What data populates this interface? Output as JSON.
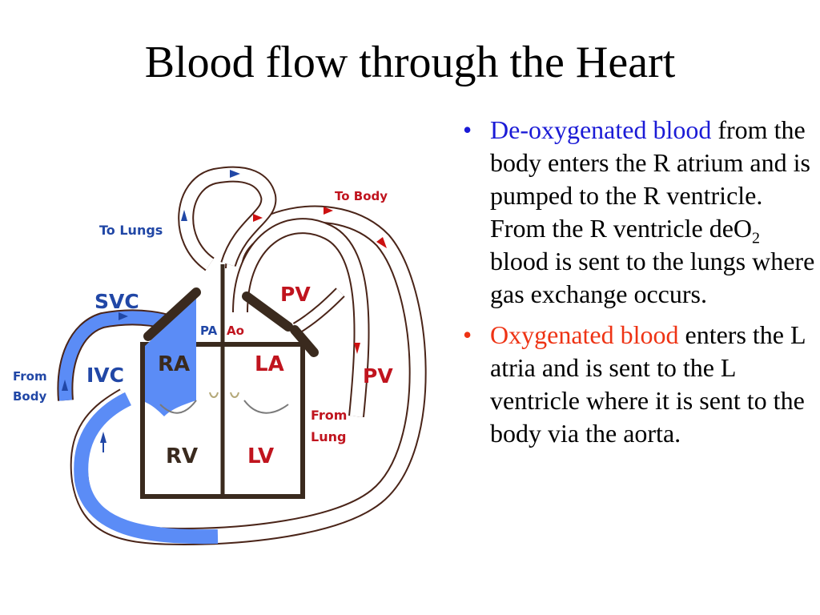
{
  "slide": {
    "title": "Blood flow through the Heart"
  },
  "colors": {
    "deoxygenated": "#1a1ad6",
    "oxygenated": "#ee3314",
    "blue_blood": "#5b8cf6",
    "heart_wall": "#3a2a1e",
    "outline": "#4a2418",
    "arrow_red": "#cc1111",
    "label_blue": "#2147a6",
    "label_red": "#c0141e"
  },
  "diagram": {
    "labels": {
      "to_lungs": "To Lungs",
      "to_body": "To Body",
      "svc": "SVC",
      "ivc": "IVC",
      "from_body_line1": "From",
      "from_body_line2": "Body",
      "ra": "RA",
      "la": "LA",
      "rv": "RV",
      "lv": "LV",
      "pa": "PA",
      "ao": "Ao",
      "pv_top": "PV",
      "pv_right": "PV",
      "from_lung_line1": "From",
      "from_lung_line2": "Lung"
    }
  },
  "bullets": {
    "item1": {
      "highlight": "De-oxygenated blood",
      "text_a": " from the body enters the R atrium and is pumped to the R ventricle.  From the R ventricle deO",
      "sub": "2",
      "text_b": " blood is sent to the lungs where gas exchange occurs."
    },
    "item2": {
      "highlight": "Oxygenated blood",
      "text": " enters the L atria and is sent to the L ventricle where it is sent to the body via the aorta."
    },
    "bullet_symbol": "•"
  }
}
